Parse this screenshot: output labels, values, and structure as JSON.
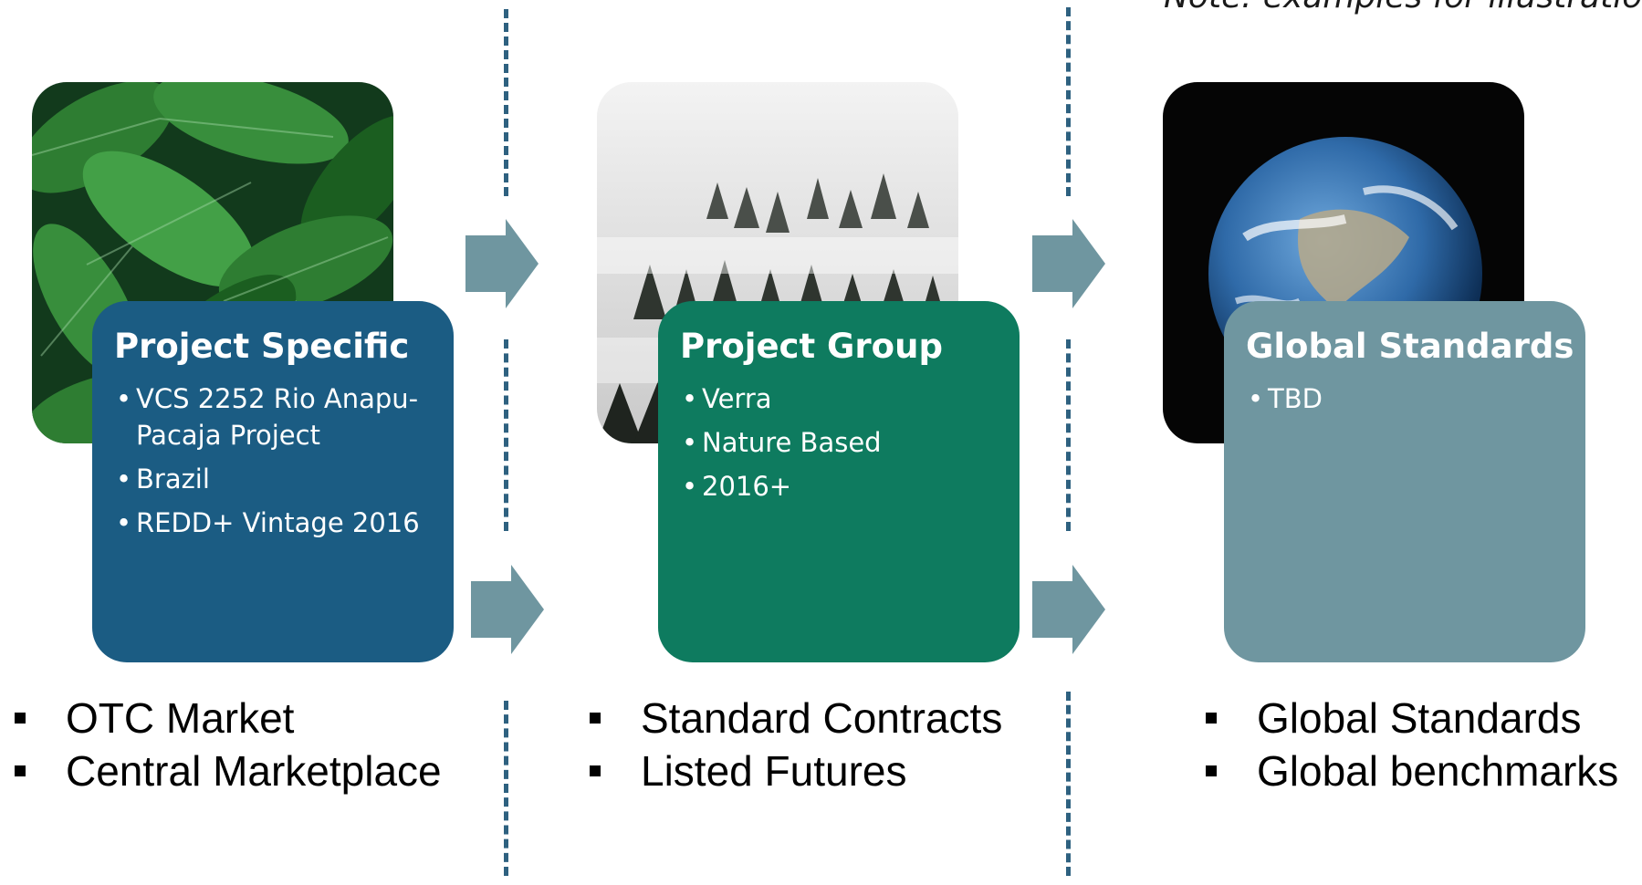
{
  "note": "Note: examples for illustration",
  "colors": {
    "divider": "#2e6180",
    "arrow": "#6f96a0",
    "card_project_specific": "#1b5c83",
    "card_project_group": "#0e7b5f",
    "card_global_standards": "#6f96a0"
  },
  "stages": [
    {
      "image": "green-leaves-photo",
      "title": "Project Specific",
      "bullets": [
        "VCS 2252 Rio Anapu-Pacaja Project",
        "Brazil",
        "REDD+ Vintage 2016"
      ],
      "markets": [
        "OTC Market",
        "Central Marketplace"
      ]
    },
    {
      "image": "misty-forest-photo",
      "title": "Project Group",
      "bullets": [
        "Verra",
        "Nature Based",
        "2016+"
      ],
      "markets": [
        "Standard Contracts",
        "Listed Futures"
      ]
    },
    {
      "image": "earth-globe-photo",
      "title": "Global Standards",
      "bullets": [
        "TBD"
      ],
      "markets": [
        "Global Standards",
        "Global benchmarks"
      ]
    }
  ]
}
